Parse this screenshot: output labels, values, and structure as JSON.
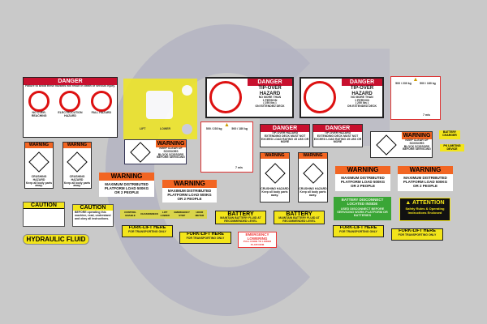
{
  "decals": {
    "danger_large": {
      "header": "DANGER",
      "subtitle": "Failure to avoid these hazards will result in death or serious injury.",
      "captions": [
        "NO OVER-REACHING",
        "ELECTROCUTION HAZARD",
        "FALL HAZARD"
      ]
    },
    "tipover": {
      "header": "DANGER",
      "title": "TIP-OVER HAZARD",
      "l1": "NO MORE THAN",
      "l2": "1 PERSON",
      "l3": "( 250 lbs )",
      "l4": "ON EXTENDED DECK"
    },
    "load_chart": {
      "left": "500 / 230 kg",
      "right": "500 / 180 kg",
      "footer": "7 m/s"
    },
    "danger_small": {
      "header": "DANGER",
      "title": "TIP-OVER HAZARD",
      "body": "EXTENDING DECK MUST NOT EXCEED LOAD RATING 45 LBS OR MORE"
    },
    "keep_clear": {
      "header": "WARNING",
      "l1": "KEEP CLEAR OF SCISSORS",
      "l2": "BLOCK SCISSORS BEFORE SERVICING"
    },
    "battery_charger": "BATTERY CHARGER",
    "pk_limiting": "PK LIMITING DEVICE",
    "crushing": {
      "header": "WARNING",
      "l1": "CRUSHING HAZARD",
      "l2": "Keep all body parts away."
    },
    "max_load": {
      "header": "WARNING",
      "body": "MAXIMUM DISTRIBUTED PLATFORM LOAD 500KG OR 2 PEOPLE"
    },
    "caution": "CAUTION",
    "caution2_body": "BEFORE operating this machine, read, understand and obey all instructions.",
    "hydraulic": "HYDRAULIC FLUID",
    "control_strip": [
      "CONTROL ENABLE",
      "CHASSIS",
      "DECK",
      "LIFT LOWER",
      "EMERGENCY STOP",
      "HOUR METER"
    ],
    "battery": {
      "title": "BATTERY",
      "body": "MAINTAIN BATTERY FLUID AT RECOMMENDED LEVEL"
    },
    "disconnect": {
      "l1": "BATTERY DISCONNECT",
      "l2": "LOCATED INSIDE",
      "l3": "USED DISCONNECT BEFORE SERVICING WORK PLATFORM OR BATTERIES"
    },
    "attention": {
      "title": "ATTENTION",
      "body": "Safety Rules & Operating Instructions Enclosed"
    },
    "forklift": {
      "title": "FORK-LIFT HERE",
      "sub": "FOR TRANSPORTING ONLY"
    },
    "emergency": {
      "l1": "EMERGENCY",
      "l2": "LOWERING",
      "sub": "PULL KNOB TO LOWER PLATFORM"
    },
    "plate": {
      "lift": "LIFT",
      "lower": "LOWER"
    }
  }
}
